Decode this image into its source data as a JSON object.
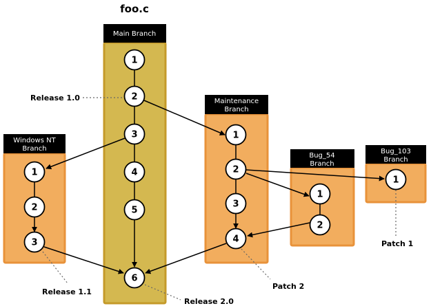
{
  "title": "foo.c",
  "colors": {
    "main_branch_fill": "#d4b850",
    "main_branch_stroke": "#c49a2a",
    "branch_fill": "#f2ad5e",
    "branch_stroke": "#e8923a",
    "header_fill": "#000000",
    "header_text": "#ffffff"
  },
  "branches": {
    "main": {
      "header": [
        "Main Branch"
      ],
      "versions": [
        "1",
        "2",
        "3",
        "4",
        "5",
        "6"
      ]
    },
    "windows_nt": {
      "header": [
        "Windows NT",
        "Branch"
      ],
      "versions": [
        "1",
        "2",
        "3"
      ]
    },
    "maintenance": {
      "header": [
        "Maintenance",
        "Branch"
      ],
      "versions": [
        "1",
        "2",
        "3",
        "4"
      ]
    },
    "bug_54": {
      "header": [
        "Bug_54",
        "Branch"
      ],
      "versions": [
        "1",
        "2"
      ]
    },
    "bug_103": {
      "header": [
        "Bug_103",
        "Branch"
      ],
      "versions": [
        "1"
      ]
    }
  },
  "labels": {
    "release_1_0": "Release 1.0",
    "release_1_1": "Release 1.1",
    "release_2_0": "Release 2.0",
    "patch_1": "Patch 1",
    "patch_2": "Patch 2"
  }
}
